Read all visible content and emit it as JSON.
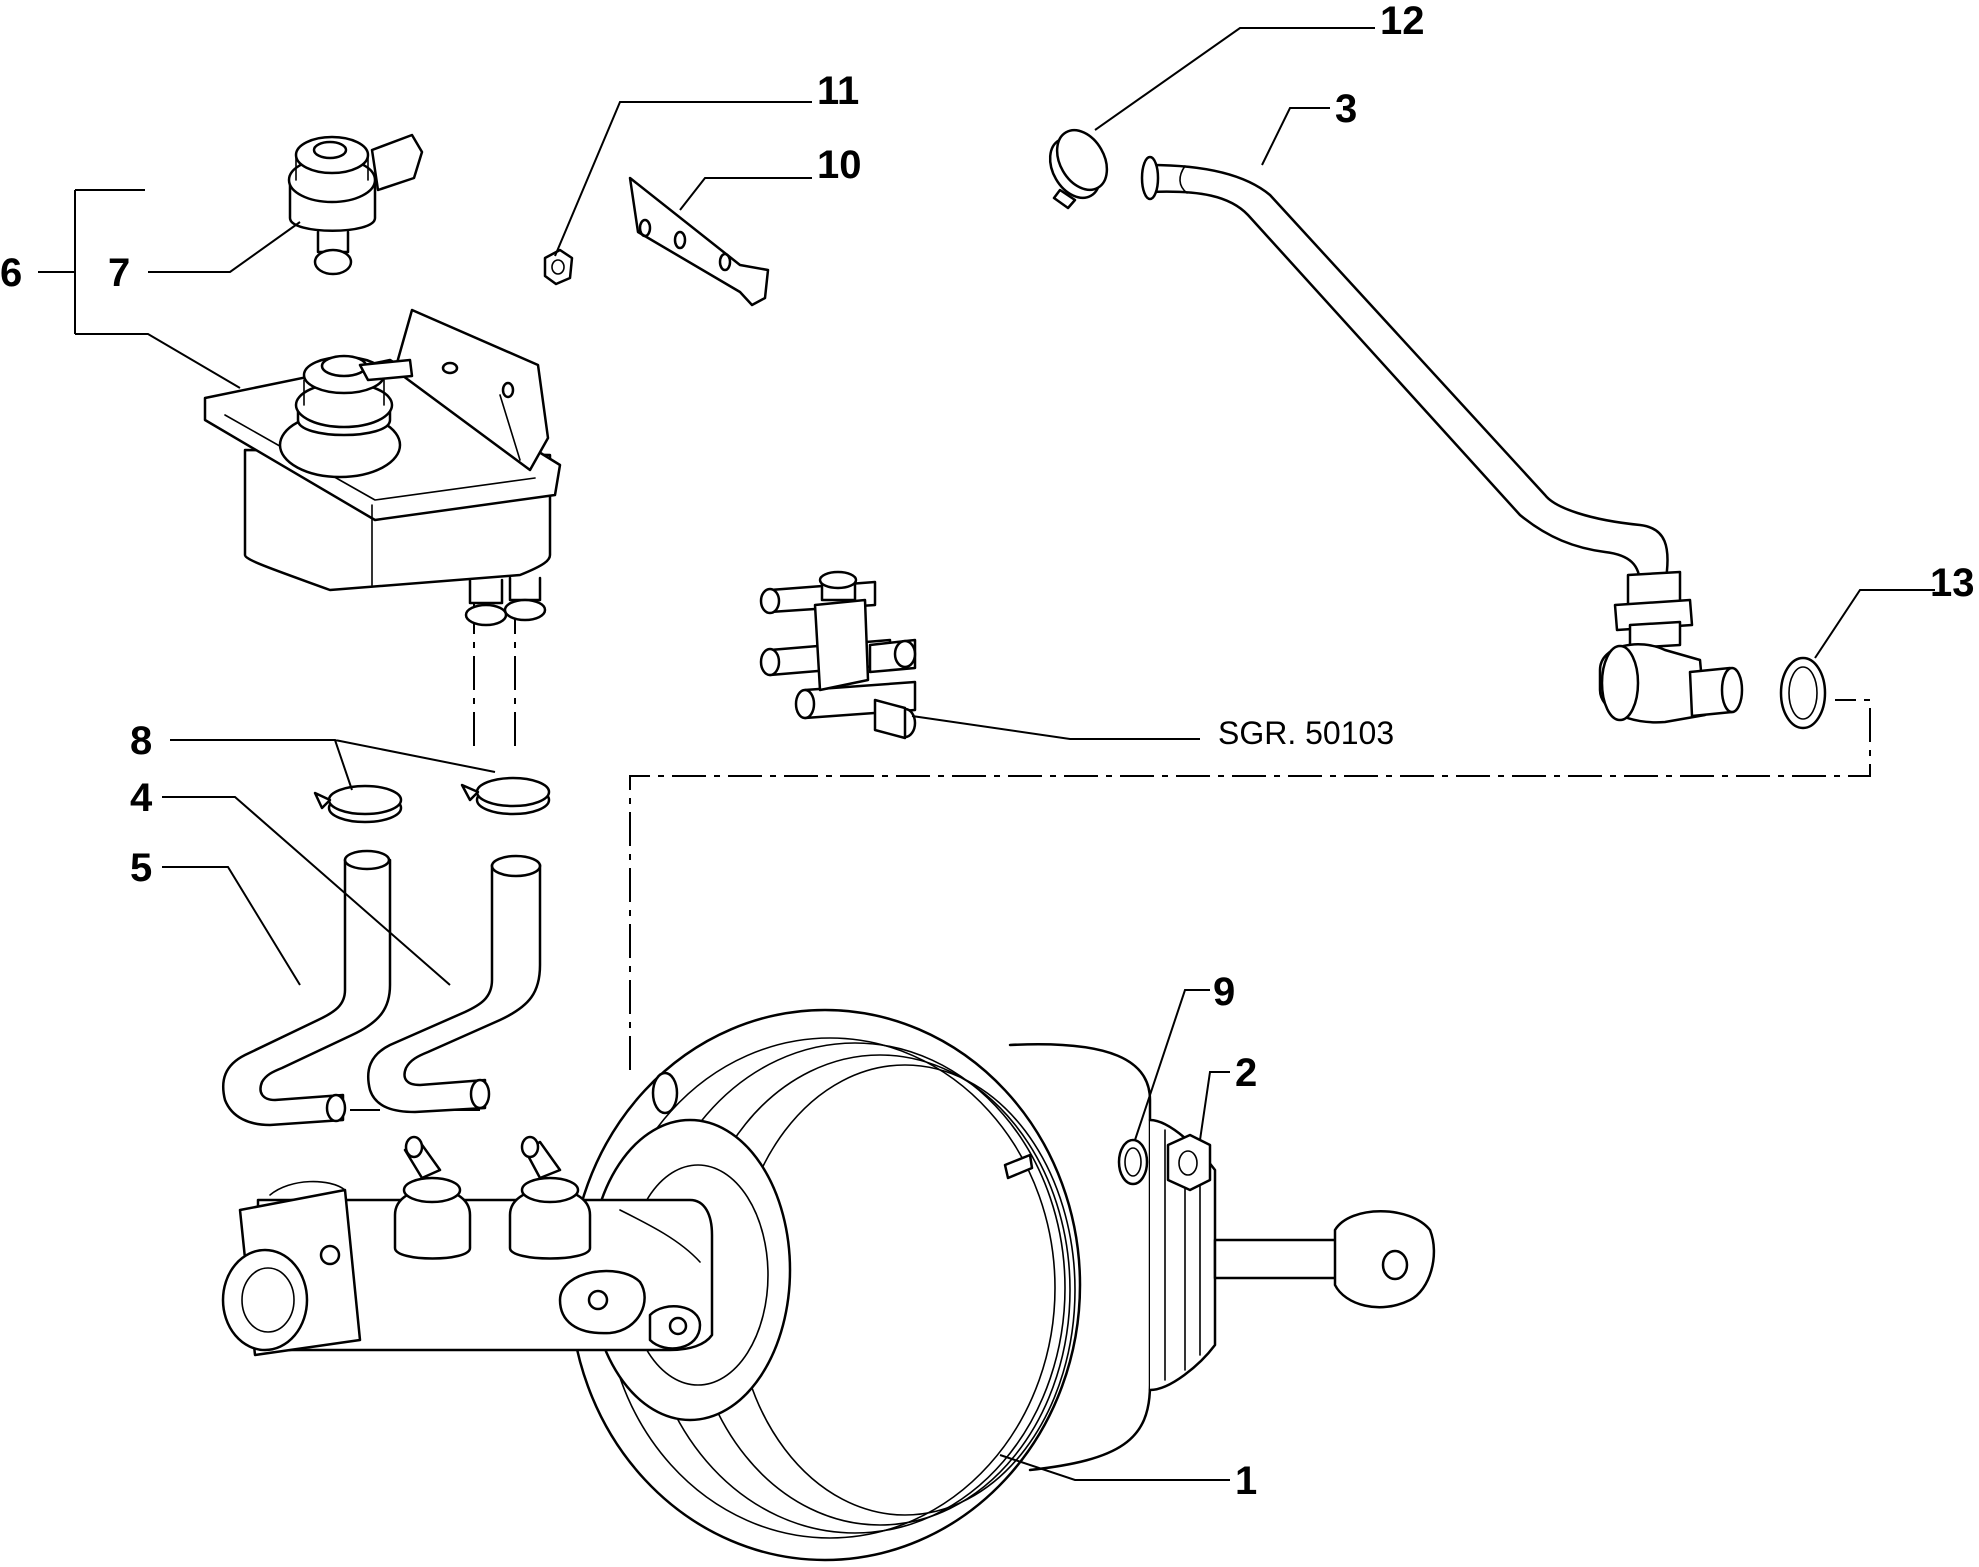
{
  "callouts": {
    "c1": "1",
    "c2": "2",
    "c3": "3",
    "c4": "4",
    "c5": "5",
    "c6": "6",
    "c7": "7",
    "c8": "8",
    "c9": "9",
    "c10": "10",
    "c11": "11",
    "c12": "12",
    "c13": "13"
  },
  "reference": {
    "sgr": "SGR. 50103"
  },
  "colors": {
    "ink": "#000000",
    "paper": "#ffffff"
  }
}
